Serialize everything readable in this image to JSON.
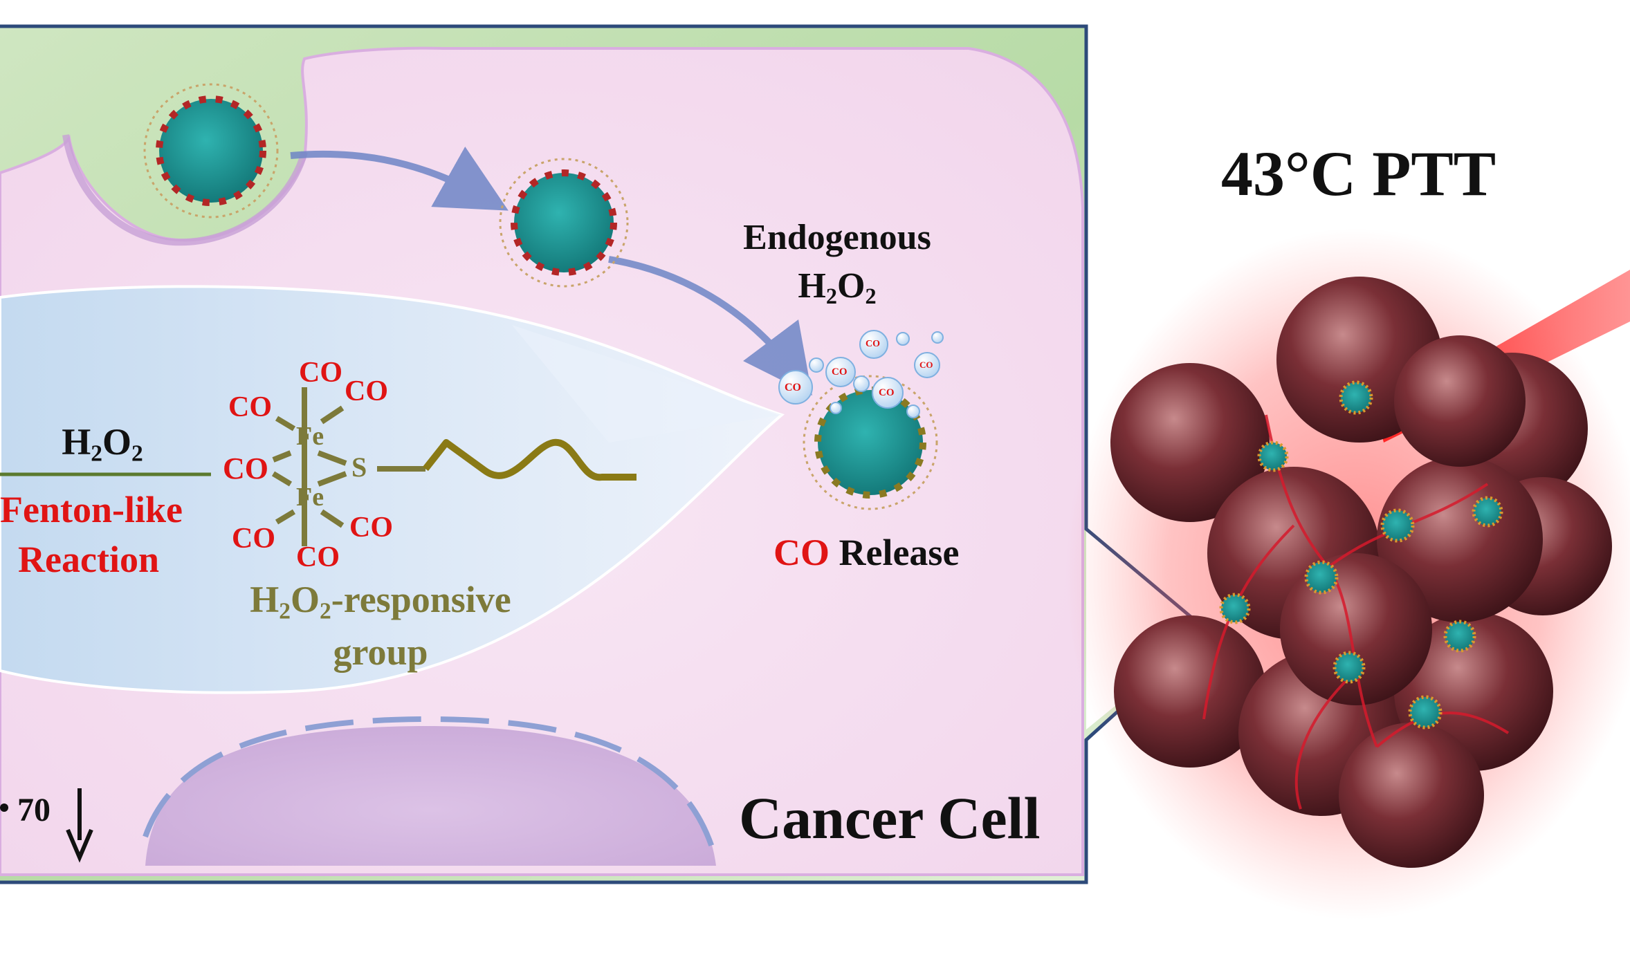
{
  "ptt_title": "43°C PTT",
  "endogenous": {
    "line1": "Endogenous",
    "h": "H",
    "sub1": "2",
    "o": "O",
    "sub2": "2"
  },
  "co_release": {
    "co": "CO",
    "release": " Release"
  },
  "reaction": {
    "h": "H",
    "sub1": "2",
    "o": "O",
    "sub2": "2",
    "line1": "Fenton-like",
    "line2": "Reaction"
  },
  "molecule": {
    "co": "CO",
    "fe": "Fe",
    "s": "S"
  },
  "responsive_group": {
    "h": "H",
    "sub1": "2",
    "o": "O",
    "sub2": "2",
    "suffix": "-responsive",
    "line2": "group"
  },
  "bubble_label": "CO",
  "side_value": "70",
  "cancer_cell": "Cancer Cell",
  "colors": {
    "red": "#e01414",
    "olive": "#7d7a3a",
    "frame": "#2d4a7a",
    "cell_pink": "#f5dcef",
    "green": "#a9d39a"
  }
}
